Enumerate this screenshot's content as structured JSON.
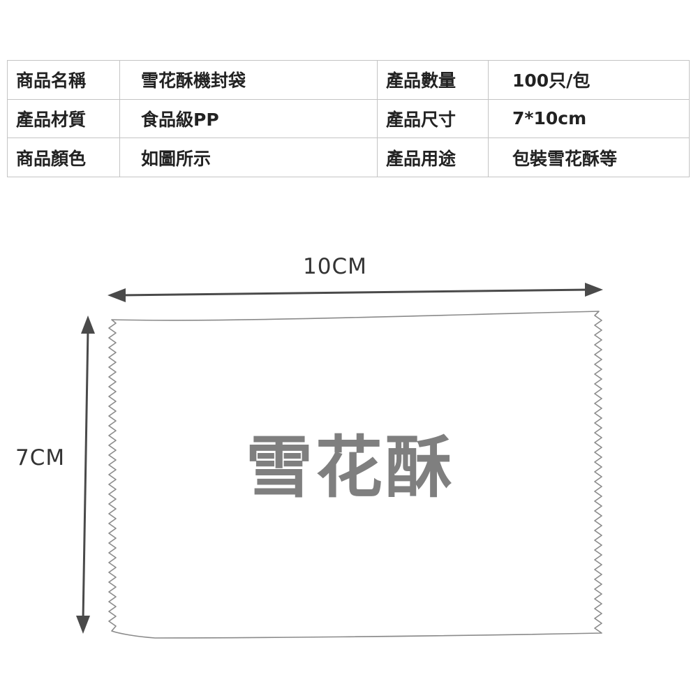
{
  "spec_table": {
    "rows": [
      {
        "label_1": "商品名稱",
        "value_1": "雪花酥機封袋",
        "label_2": "產品數量",
        "value_2": "100只/包"
      },
      {
        "label_1": "產品材質",
        "value_1": "食品級PP",
        "label_2": "產品尺寸",
        "value_2": "7*10cm"
      },
      {
        "label_1": "商品顏色",
        "value_1": "如圖所示",
        "label_2": "產品用途",
        "value_2": "包裝雪花酥等"
      }
    ]
  },
  "diagram": {
    "width_label": "10CM",
    "height_label": "7CM",
    "bag_text": "雪花酥"
  },
  "colors": {
    "table_border": "#c4c4c4",
    "text": "#222222",
    "arrow": "#4a4a4a",
    "bag_outline": "#8a8a8a",
    "bag_text": "#7f7f7f"
  }
}
